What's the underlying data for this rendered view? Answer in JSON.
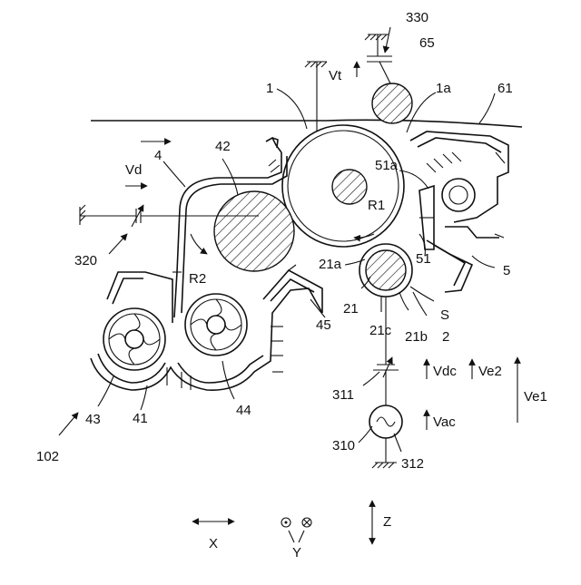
{
  "labels": {
    "n330": "330",
    "n65": "65",
    "vt": "Vt",
    "n1": "1",
    "n1a": "1a",
    "n61": "61",
    "n42": "42",
    "n4": "4",
    "vd": "Vd",
    "n51a": "51a",
    "r1": "R1",
    "n320": "320",
    "n21a": "21a",
    "n51": "51",
    "n5": "5",
    "r2": "R2",
    "n21": "21",
    "s": "S",
    "n21c": "21c",
    "n21b": "21b",
    "n2": "2",
    "n45": "45",
    "vdc": "Vdc",
    "ve2": "Ve2",
    "ve1": "Ve1",
    "n43": "43",
    "n41": "41",
    "n44": "44",
    "n311": "311",
    "vac": "Vac",
    "n102": "102",
    "n310": "310",
    "n312": "312",
    "x": "X",
    "y": "Y",
    "z": "Z"
  }
}
